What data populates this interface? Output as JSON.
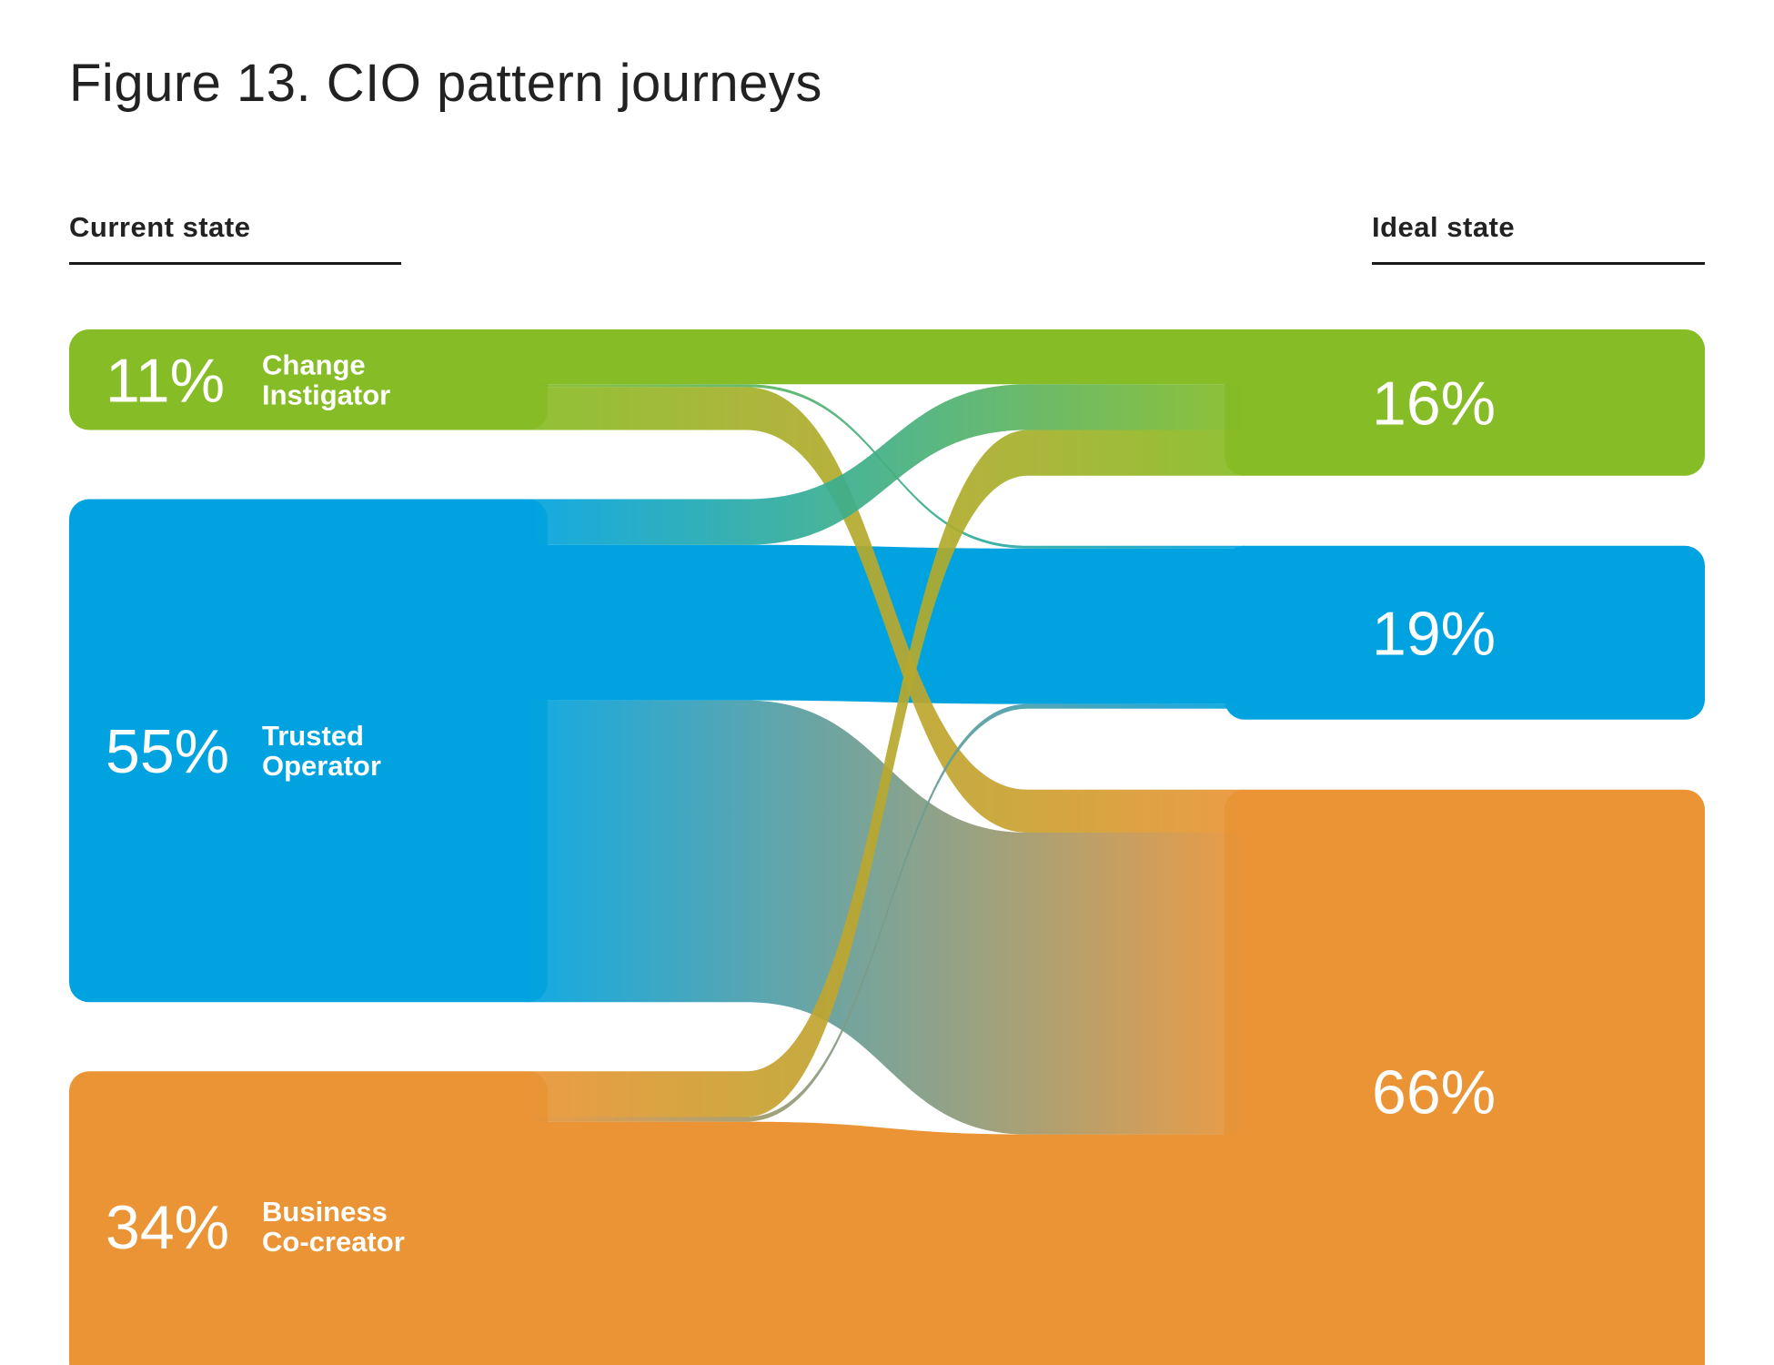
{
  "title": "Figure 13. CIO pattern journeys",
  "chart_data": {
    "type": "sankey",
    "title": "Figure 13. CIO pattern journeys",
    "left_header": "Current state",
    "right_header": "Ideal state",
    "colors": {
      "Change Instigator": "#86bc25",
      "Trusted Operator": "#00a3e0",
      "Business Co-creator": "#ea9436"
    },
    "sources": [
      {
        "key": "ci",
        "name": "Change Instigator",
        "lines": [
          "Change",
          "Instigator"
        ],
        "label": "11%",
        "value": 11
      },
      {
        "key": "to",
        "name": "Trusted Operator",
        "lines": [
          "Trusted",
          "Operator"
        ],
        "label": "55%",
        "value": 55
      },
      {
        "key": "bc",
        "name": "Business Co-creator",
        "lines": [
          "Business",
          "Co-creator"
        ],
        "label": "34%",
        "value": 34
      }
    ],
    "targets": [
      {
        "key": "ci",
        "name": "Change Instigator",
        "label": "16%",
        "value": 16
      },
      {
        "key": "to",
        "name": "Trusted Operator",
        "label": "19%",
        "value": 19
      },
      {
        "key": "bc",
        "name": "Business Co-creator",
        "label": "66%",
        "value": 66
      }
    ],
    "flows": [
      {
        "from": "ci",
        "to": "ci",
        "value": 6
      },
      {
        "from": "ci",
        "to": "to",
        "value": 0.3
      },
      {
        "from": "ci",
        "to": "bc",
        "value": 4.7
      },
      {
        "from": "to",
        "to": "ci",
        "value": 5
      },
      {
        "from": "to",
        "to": "to",
        "value": 17
      },
      {
        "from": "to",
        "to": "bc",
        "value": 33
      },
      {
        "from": "bc",
        "to": "ci",
        "value": 5
      },
      {
        "from": "bc",
        "to": "to",
        "value": 0.5
      },
      {
        "from": "bc",
        "to": "bc",
        "value": 28.5
      }
    ]
  }
}
